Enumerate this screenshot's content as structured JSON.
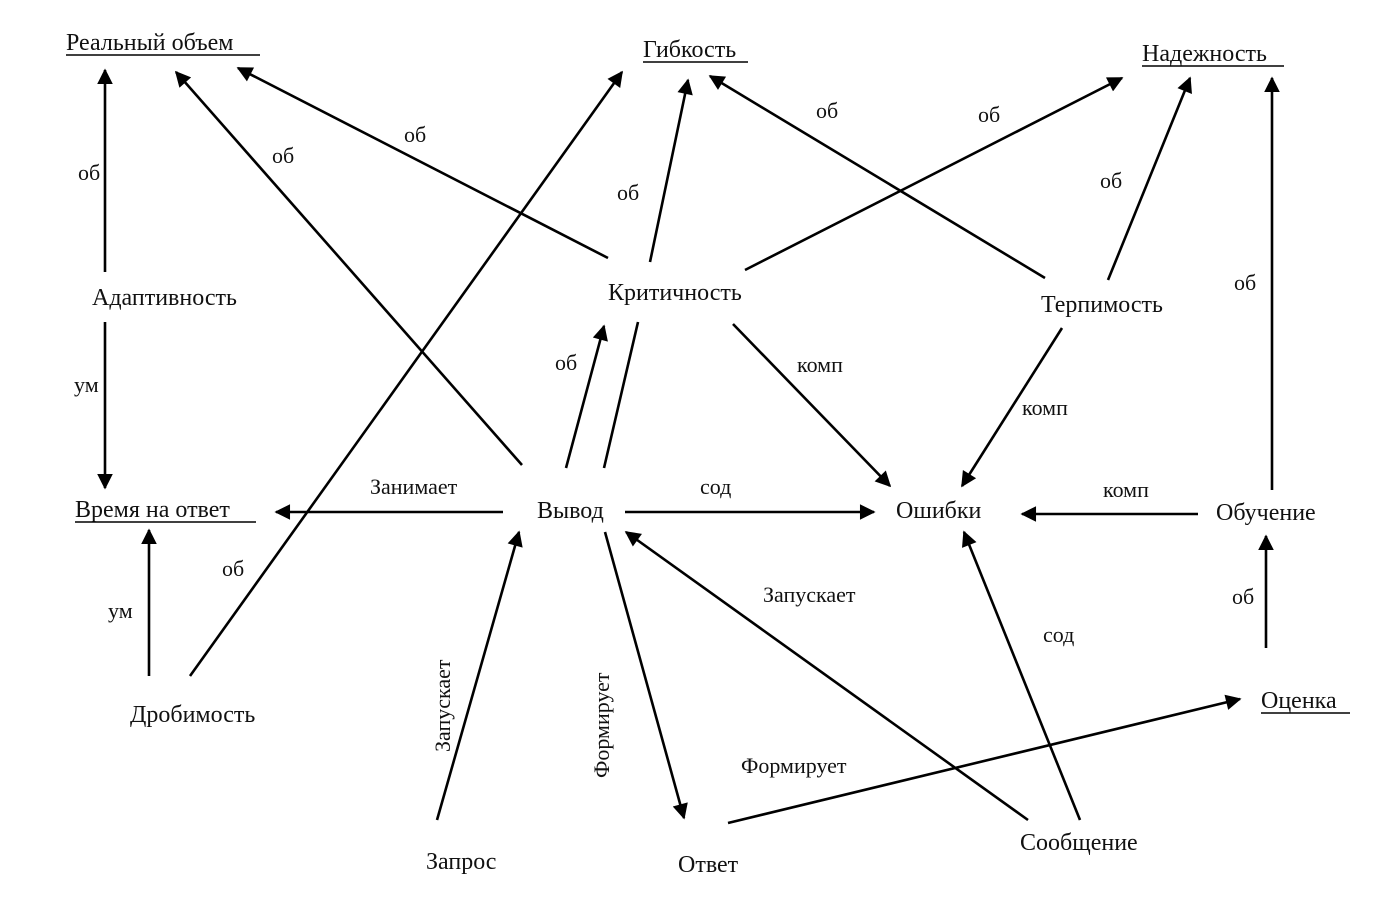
{
  "nodes": {
    "real_volume": {
      "label": "Реальный объем",
      "underlined": true
    },
    "flexibility": {
      "label": "Гибкость",
      "underlined": true
    },
    "reliability": {
      "label": "Надежность",
      "underlined": true
    },
    "adaptivity": {
      "label": "Адаптивность",
      "underlined": false
    },
    "criticality": {
      "label": "Критичность",
      "underlined": false
    },
    "tolerance": {
      "label": "Терпимость",
      "underlined": false
    },
    "response_time": {
      "label": "Время на ответ",
      "underlined": true
    },
    "output": {
      "label": "Вывод",
      "underlined": false
    },
    "errors": {
      "label": "Ошибки",
      "underlined": false
    },
    "learning": {
      "label": "Обучение",
      "underlined": false
    },
    "divisibility": {
      "label": "Дробимость",
      "underlined": false
    },
    "assessment": {
      "label": "Оценка",
      "underlined": true
    },
    "request": {
      "label": "Запрос",
      "underlined": false
    },
    "answer": {
      "label": "Ответ",
      "underlined": false
    },
    "message": {
      "label": "Сообщение",
      "underlined": false
    }
  },
  "edges": [
    {
      "id": "adaptivity-real_volume",
      "label": "об"
    },
    {
      "id": "adaptivity-response_time",
      "label": "ум"
    },
    {
      "id": "output-real_volume",
      "label": "об"
    },
    {
      "id": "criticality-real_volume",
      "label": "об"
    },
    {
      "id": "divisibility-flexibility",
      "label": "об"
    },
    {
      "id": "criticality-flexibility",
      "label": "об"
    },
    {
      "id": "tolerance-flexibility",
      "label": "об"
    },
    {
      "id": "criticality-reliability",
      "label": "об"
    },
    {
      "id": "tolerance-reliability",
      "label": "об"
    },
    {
      "id": "learning-reliability",
      "label": "об"
    },
    {
      "id": "output-criticality",
      "label": "об"
    },
    {
      "id": "output-criticality-2",
      "label": ""
    },
    {
      "id": "criticality-errors",
      "label": "комп"
    },
    {
      "id": "tolerance-errors",
      "label": "комп"
    },
    {
      "id": "output-response_time",
      "label": "Занимает"
    },
    {
      "id": "output-errors",
      "label": "сод"
    },
    {
      "id": "learning-errors",
      "label": "комп"
    },
    {
      "id": "divisibility-response_time",
      "label": "ум"
    },
    {
      "id": "request-output",
      "label": "Запускает"
    },
    {
      "id": "output-answer",
      "label": "Формирует"
    },
    {
      "id": "message-output",
      "label": "Запускает"
    },
    {
      "id": "message-errors",
      "label": "сод"
    },
    {
      "id": "assessment-learning",
      "label": "об"
    },
    {
      "id": "answer-assessment",
      "label": "Формирует"
    }
  ]
}
